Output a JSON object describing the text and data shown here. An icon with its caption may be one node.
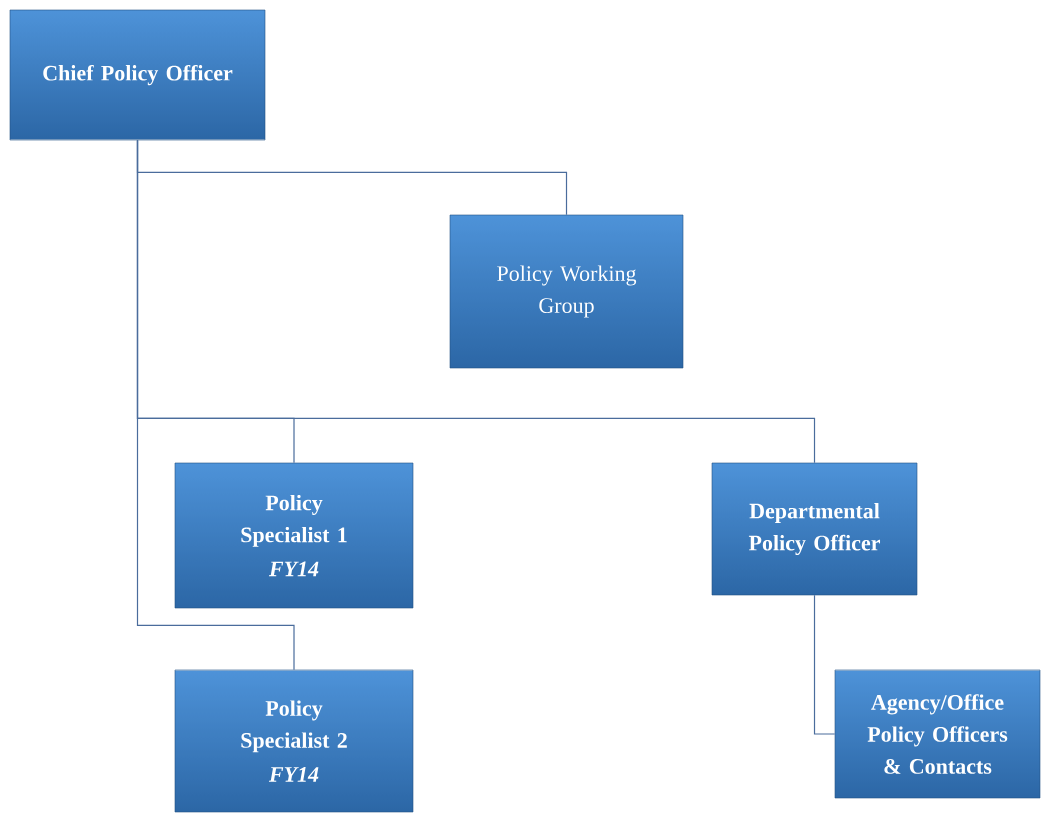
{
  "diagram": {
    "nodes": [
      {
        "text": [
          "Chief Policy Officer"
        ]
      },
      {
        "text": [
          "Policy Working Group"
        ]
      },
      {
        "text": [
          "Policy Specialist 1",
          "FY14"
        ]
      },
      {
        "text": [
          "Departmental Policy Officer"
        ]
      },
      {
        "text": [
          "Policy Specialist 2",
          "FY14"
        ]
      },
      {
        "text": [
          "Agency/Office Policy Officers & Contacts"
        ]
      }
    ],
    "edges": [
      {
        "from": 0,
        "to": 1,
        "arrow": "none"
      },
      {
        "from": 0,
        "to": 2,
        "arrow": "none"
      },
      {
        "from": 0,
        "to": 3,
        "arrow": "none"
      },
      {
        "from": 0,
        "to": 4,
        "arrow": "none"
      },
      {
        "from": 3,
        "to": 5,
        "arrow": "none"
      }
    ]
  }
}
